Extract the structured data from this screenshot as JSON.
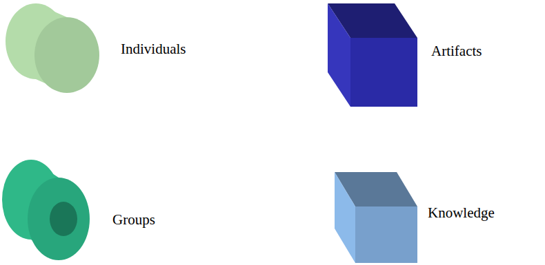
{
  "diagram": {
    "legend": [
      {
        "text": "Individuals"
      },
      {
        "text": "Artifacts"
      },
      {
        "text": "Groups"
      },
      {
        "text": "Knowledge"
      }
    ]
  }
}
